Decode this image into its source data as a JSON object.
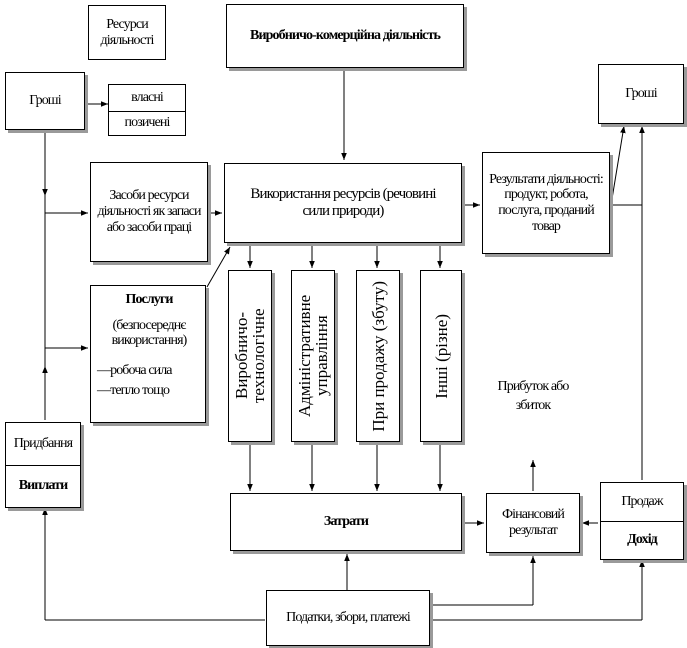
{
  "boxes": {
    "resources_header": "Ресурси діяльності",
    "production_activity": "Виробничо-комерційна діяльність",
    "money_left": "Гроші",
    "own": "власні",
    "borrowed": "позичені",
    "money_right": "Гроші",
    "means": "Засоби ресурси діяльності як запаси або засоби праці",
    "use_of_resources": "Використання ресурсів (речовині сили природи)",
    "results": "Результати діяльності: продукт, робота, послуга, проданий товар",
    "services_title": "Послуги",
    "services_sub": "(безпосереднє використання)",
    "services_item1": "—робоча сила",
    "services_item2": "—тепло тощо",
    "col_production": "Виробничо-технологічне",
    "col_admin": "Адміністративне управління",
    "col_sales": "При продажу (збуту)",
    "col_other": "Інші (різне)",
    "profit": "Прибуток або збиток",
    "acquisition": "Придбання",
    "expenses": "Виплати",
    "costs": "Затрати",
    "financial_result": "Фінансовий результат",
    "sales": "Продаж",
    "income": "Дохід",
    "taxes": "Податки, збори, платежі"
  }
}
